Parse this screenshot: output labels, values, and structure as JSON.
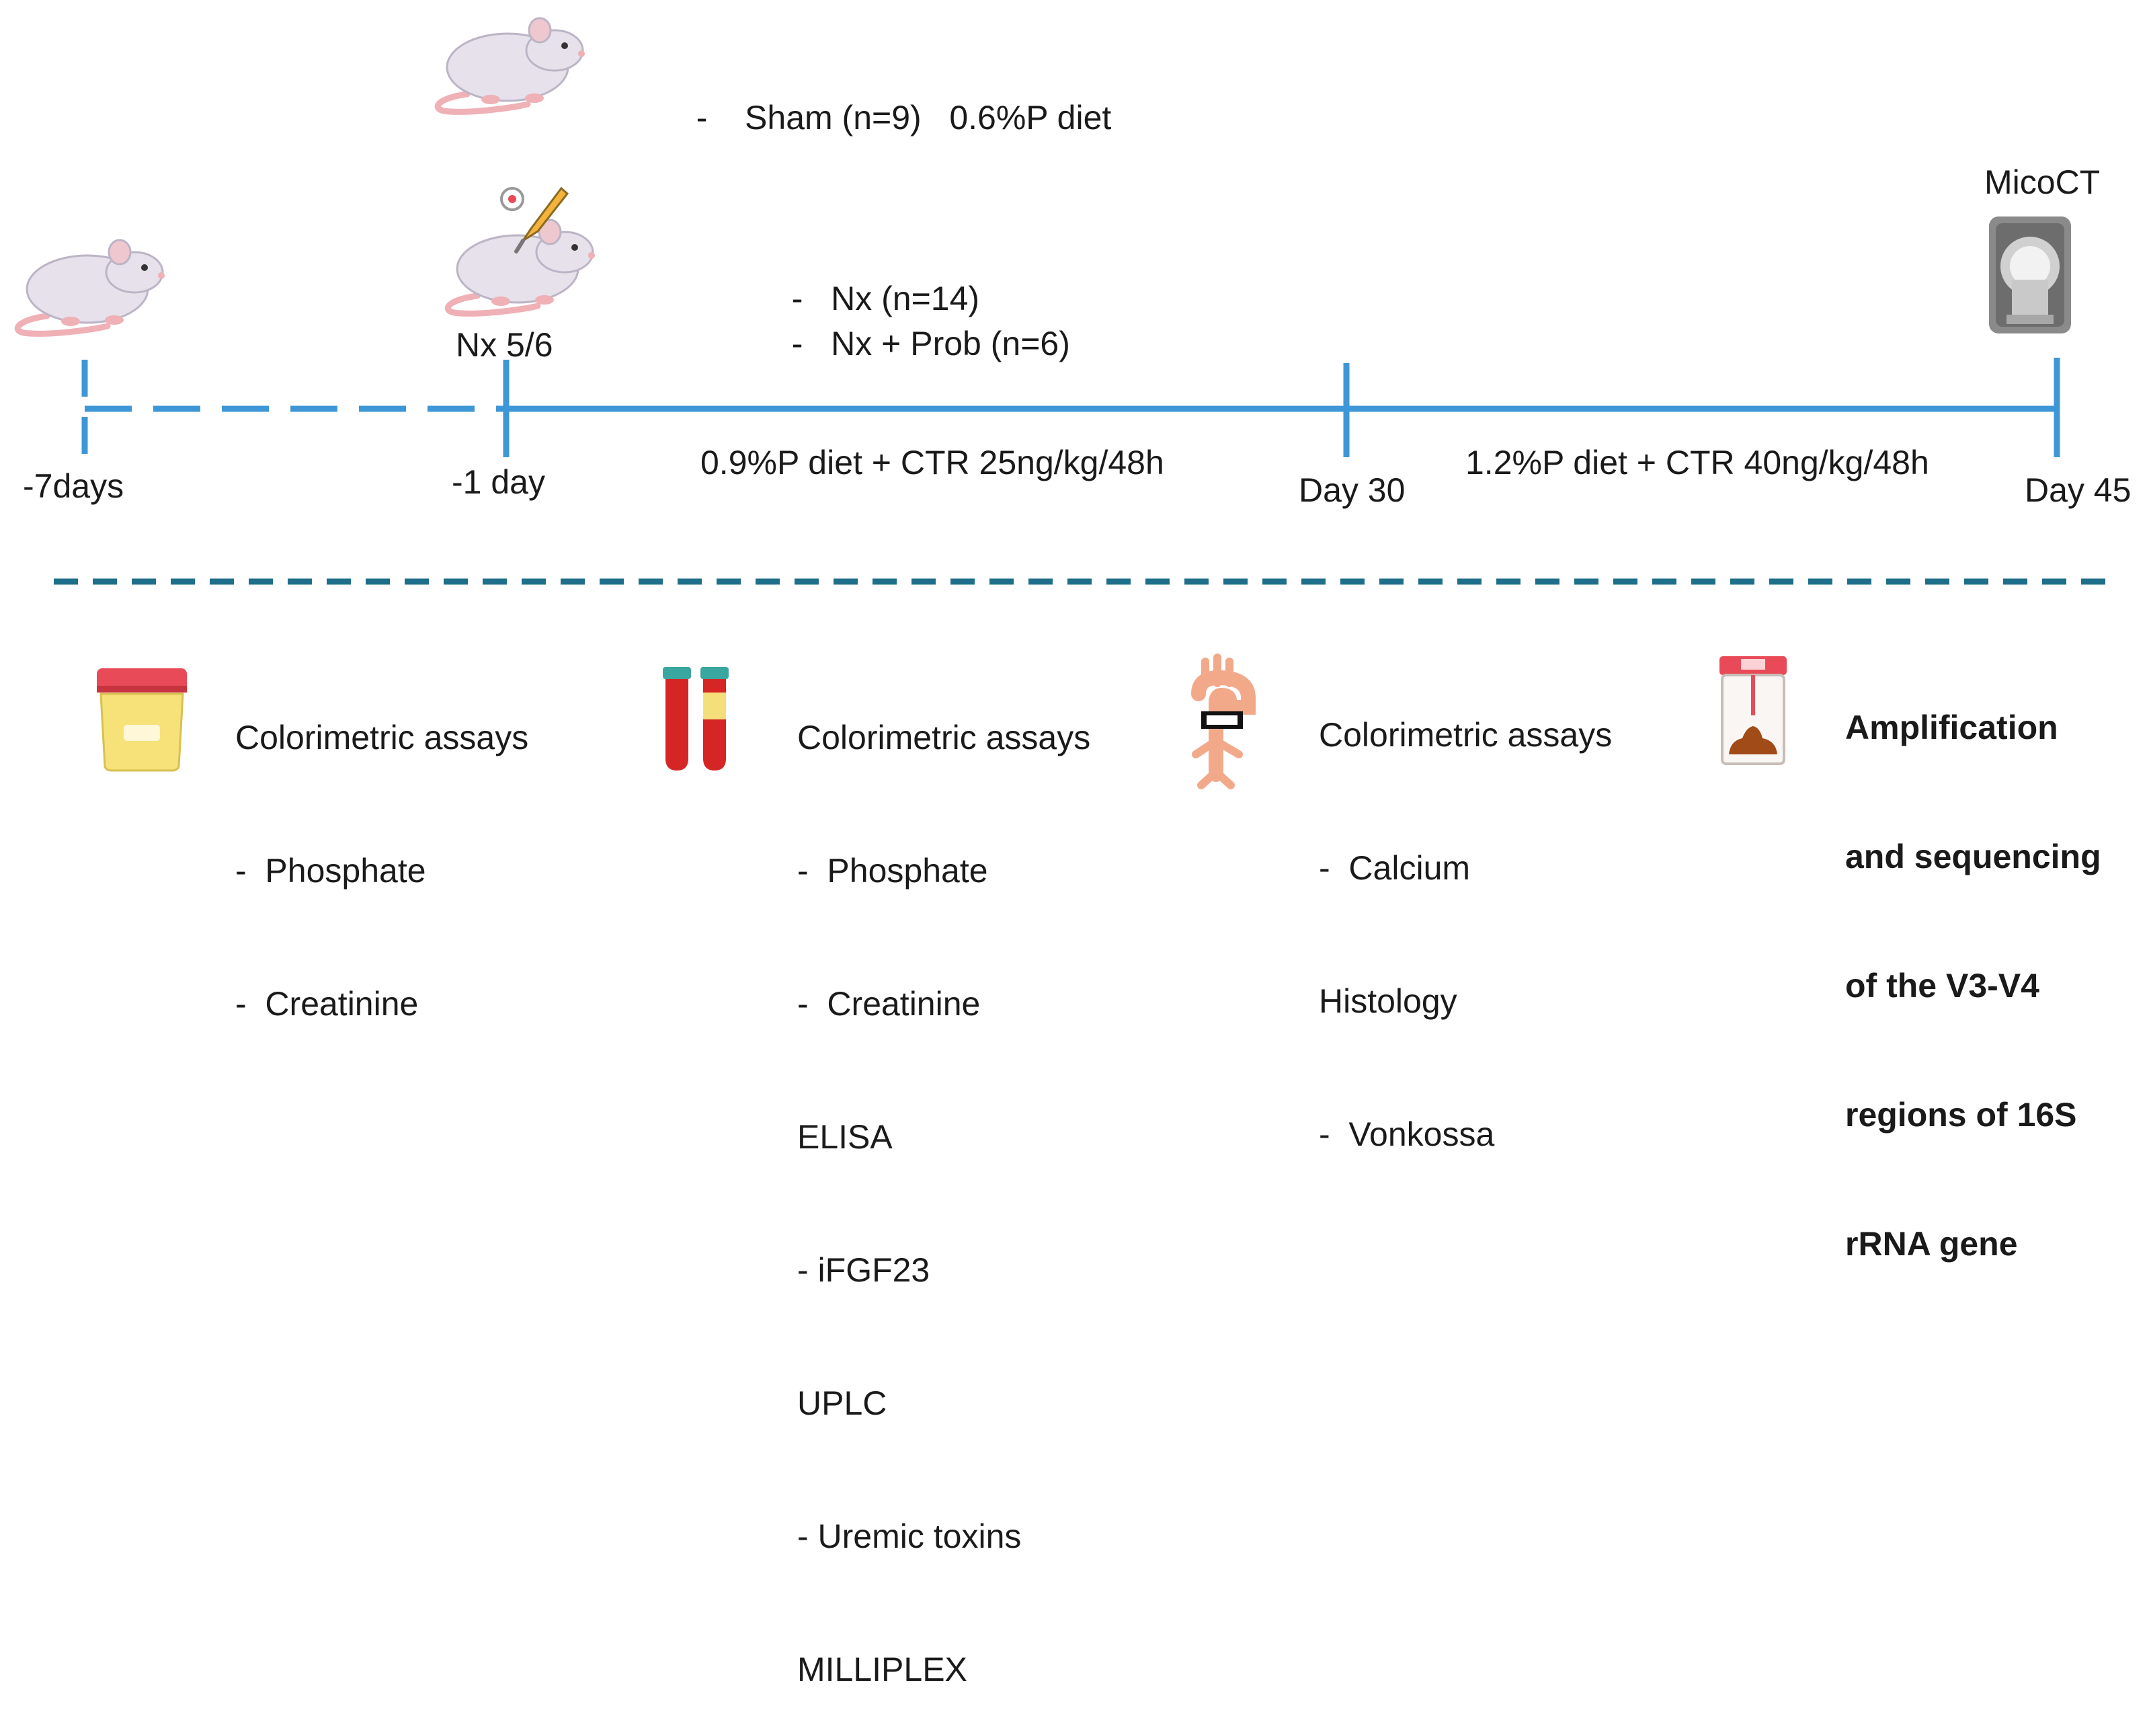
{
  "groups": {
    "sham": {
      "dash": "-",
      "label": "Sham (n=9)",
      "diet": "0.6%P diet"
    },
    "nx": {
      "dash": "-",
      "label": "Nx (n=14)"
    },
    "nx_prob": {
      "dash": "-",
      "label": "Nx + Prob (n=6)"
    }
  },
  "surgery_label": "Nx 5/6",
  "microct_label": "MicoCT",
  "timeline": {
    "ticks": [
      "-7days",
      "-1 day",
      "Day 30",
      "Day 45"
    ],
    "phase1": "0.9%P diet + CTR 25ng/kg/48h",
    "phase2": "1.2%P diet + CTR 40ng/kg/48h"
  },
  "analyses": {
    "urine": {
      "title": "Colorimetric assays",
      "items": [
        "-  Phosphate",
        "-  Creatinine"
      ]
    },
    "blood": {
      "title": "Colorimetric assays",
      "lines": [
        "-  Phosphate",
        "-  Creatinine",
        "ELISA",
        "- iFGF23",
        "UPLC",
        "- Uremic toxins",
        "MILLIPLEX"
      ]
    },
    "aorta": {
      "title": "Colorimetric assays",
      "lines": [
        "-  Calcium",
        "Histology",
        "-  Vonkossa"
      ]
    },
    "feces": {
      "lines": [
        "Amplification",
        "and sequencing",
        "of the V3-V4",
        "regions of 16S",
        "rRNA gene"
      ]
    }
  },
  "colors": {
    "timeline": "#3d97d6",
    "separator": "#1f6f8b",
    "rat_body": "#e6e1ea",
    "rat_tail": "#efb0b6",
    "urine": "#f7e27a",
    "cap": "#e94a57",
    "blood": "#d52525",
    "aorta": "#f2a98a",
    "feces": "#a04b18"
  },
  "icons": {
    "rat": "rat-icon",
    "surgery": "scalpel-icon",
    "scanner": "ct-scanner-icon",
    "urine": "urine-container-icon",
    "blood": "blood-tubes-icon",
    "aorta": "aorta-icon",
    "feces": "feces-container-icon"
  }
}
